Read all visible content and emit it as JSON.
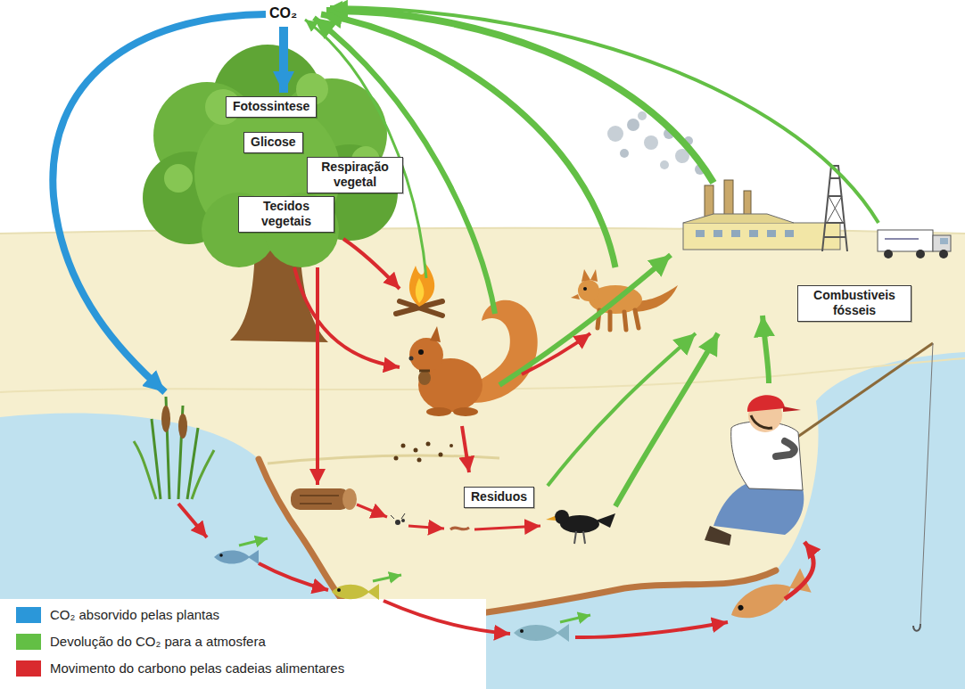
{
  "diagram": {
    "nodes": [
      {
        "text": [
          "Fotossintese"
        ]
      },
      {
        "text": [
          "Glicose"
        ]
      },
      {
        "text": [
          "Respiração vegetal"
        ]
      },
      {
        "text": [
          "Tecidos vegetais"
        ]
      },
      {
        "text": [
          "Combustiveis fósseis"
        ]
      },
      {
        "text": [
          "Residuos"
        ]
      }
    ],
    "labels": [
      "CO₂"
    ],
    "legend": [
      {
        "text": "CO₂ absorvido pelas plantas",
        "color": "#2b97d9"
      },
      {
        "text": "Devolução do CO₂ para a atmosfera",
        "color": "#63bf45"
      },
      {
        "text": "Movimento do carbono pelas cadeias alimentares",
        "color": "#d92a2e"
      }
    ]
  }
}
